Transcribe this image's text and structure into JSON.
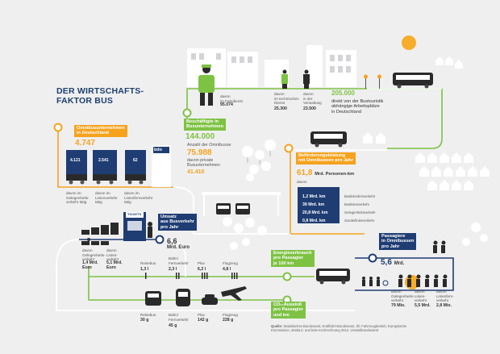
{
  "title": {
    "line1": "DER WIRTSCHAFTS-",
    "line2": "FAKTOR BUS"
  },
  "employees": {
    "label_line1": "Beschäftigte in",
    "label_line2": "Busunternehmen",
    "value": "144.000",
    "driving": {
      "caption_line1": "davon",
      "caption_line2": "im Fahrdienst",
      "value": "95.074"
    },
    "technical": {
      "caption_line1": "davon",
      "caption_line2": "im technischen",
      "caption_line3": "Dienst",
      "value": "25.300"
    },
    "admin": {
      "caption_line1": "davon",
      "caption_line2": "in der",
      "caption_line3": "Verwaltung",
      "value": "23.500"
    }
  },
  "indirect_jobs": {
    "value": "205.000",
    "text_line1": "direkt von der Bustouristik",
    "text_line2": "abhängige Arbeitsplätze",
    "text_line3": "in Deutschland"
  },
  "companies": {
    "label_line1": "Omnibusunternehmen",
    "label_line2": "in Deutschland",
    "value": "4.747",
    "trucks": [
      {
        "value": "4.121",
        "caption_line1": "davon im",
        "caption_line2": "Gelegenheits-",
        "caption_line3": "verkehr tätig"
      },
      {
        "value": "2.541",
        "caption_line1": "davon im",
        "caption_line2": "Linienverkehr",
        "caption_line3": "tätig"
      },
      {
        "value": "62",
        "caption_line1": "davon im",
        "caption_line2": "Linienfernverkehr",
        "caption_line3": "tätig"
      }
    ],
    "logo": "bdo"
  },
  "buses": {
    "caption": "Anzahl der Omnibusse",
    "value": "75.988",
    "private_caption_line1": "davon private",
    "private_caption_line2": "Busunternehmen",
    "private_value": "41.410"
  },
  "transport": {
    "label_line1": "Beförderungsleistung",
    "label_line2": "mit Omnibussen pro Jahr",
    "value": "61,8",
    "unit": "Mrd. Personen-km",
    "davon": "davon",
    "rows": [
      {
        "value": "1,2 Mrd. km",
        "label": "Buslinienfernverkehr"
      },
      {
        "value": "39 Mrd. km",
        "label": "Buslinienverkehr"
      },
      {
        "value": "20,8 Mrd. km",
        "label": "Gelegenheitsverkehr"
      },
      {
        "value": "0,8 Mrd. km",
        "label": "Sonderlinienverkehr"
      }
    ]
  },
  "revenue": {
    "tickets_sign": "TICKETS",
    "label_line1": "Umsatz",
    "label_line2": "aus Busverkehr",
    "label_line3": "pro Jahr",
    "value": "6,6",
    "unit": "Mrd. Euro",
    "occasional": {
      "caption_line1": "davon",
      "caption_line2": "Gelegenheits-",
      "caption_line3": "verkehr",
      "value_line1": "1,4 Mrd.",
      "value_line2": "Euro"
    },
    "scheduled": {
      "caption_line1": "davon",
      "caption_line2": "Linien-",
      "caption_line3": "verkehr",
      "value_line1": "5,1 Mrd.",
      "value_line2": "Euro"
    }
  },
  "passengers": {
    "label_line1": "Passagiere",
    "label_line2": "in Omnibussen",
    "label_line3": "pro Jahr",
    "value": "5,6",
    "unit": "Mrd.",
    "occasional": {
      "caption_line1": "davon",
      "caption_line2": "Gelegenheits-",
      "caption_line3": "verkehr",
      "value": "79 Mio."
    },
    "scheduled": {
      "caption_line1": "davon",
      "caption_line2": "Linien-",
      "caption_line3": "verkehr",
      "value": "5,5 Mrd."
    },
    "longdistance": {
      "caption_line1": "davon",
      "caption_line2": "Linienfern-",
      "caption_line3": "verkehr",
      "value": "2,8 Mio."
    }
  },
  "energy": {
    "label_line1": "Energieverbrauch",
    "label_line2": "pro Passagier",
    "label_line3": "je 100 km",
    "items": [
      {
        "name": "Reisebus",
        "value": "1,3 l"
      },
      {
        "name_line1": "Bahn/",
        "name_line2": "Fernverkehr",
        "value": "2,3 l"
      },
      {
        "name": "Pkw",
        "value": "6,2 l"
      },
      {
        "name": "Flugzeug",
        "value": "4,8 l"
      }
    ]
  },
  "co2": {
    "label_line1": "CO₂-Ausstoß",
    "label_line2": "pro Passagier",
    "label_line3": "und km",
    "items": [
      {
        "name": "Reisebus",
        "value": "30 g"
      },
      {
        "name_line1": "Bahn/",
        "name_line2": "Fernverkehr",
        "value": "45 g"
      },
      {
        "name": "Pkw",
        "value": "142 g"
      },
      {
        "name": "Flugzeug",
        "value": "228 g"
      }
    ]
  },
  "source": {
    "heading": "Quelle:",
    "text": "Statistisches Bundesamt, Kraftfahrt-Bundesamt, IfC Fahrzeugbetrieb, Europäische Kommission, destla.k. und bdo-Hochrechnung 2012, Umweltbundesamt"
  },
  "colors": {
    "green": "#7ec243",
    "orange": "#f6a21d",
    "navy": "#1f3d73",
    "background": "#efeff0",
    "sun": "#f7ad2a"
  }
}
